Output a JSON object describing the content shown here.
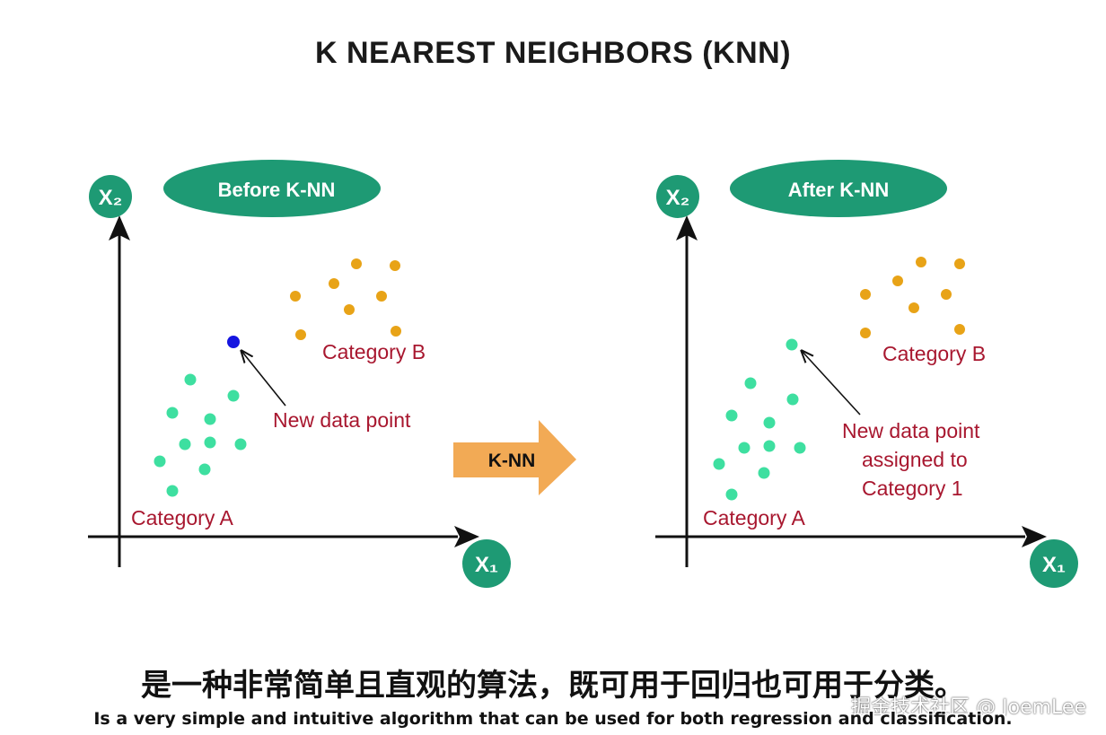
{
  "title": "K NEAREST NEIGHBORS (KNN)",
  "watermark_top": "…",
  "before": {
    "label": "Before K-NN",
    "x_axis": "X₁",
    "y_axis": "X₂",
    "category_a": "Category A",
    "category_b": "Category B",
    "new_point_label": [
      "New data point"
    ]
  },
  "after": {
    "label": "After K-NN",
    "x_axis": "X₁",
    "y_axis": "X₂",
    "category_a": "Category A",
    "category_b": "Category B",
    "new_point_label": [
      "New data point",
      "assigned to",
      "Category 1"
    ]
  },
  "arrow_label": "K-NN",
  "subtitle_zh": "是一种非常简单且直观的算法，既可用于回归也可用于分类。",
  "subtitle_en": "Is a very simple and intuitive algorithm that can be used for both regression and classification.",
  "watermark_bottom": "掘金技术社区 @ JoemLee",
  "colors": {
    "teal": "#1e9a74",
    "category_a_point": "#3edfa0",
    "category_b_point": "#e8a317",
    "new_point": "#1515e0",
    "label_red": "#a8172f",
    "arrow_orange": "#f2aa55",
    "axis": "#111111"
  }
}
